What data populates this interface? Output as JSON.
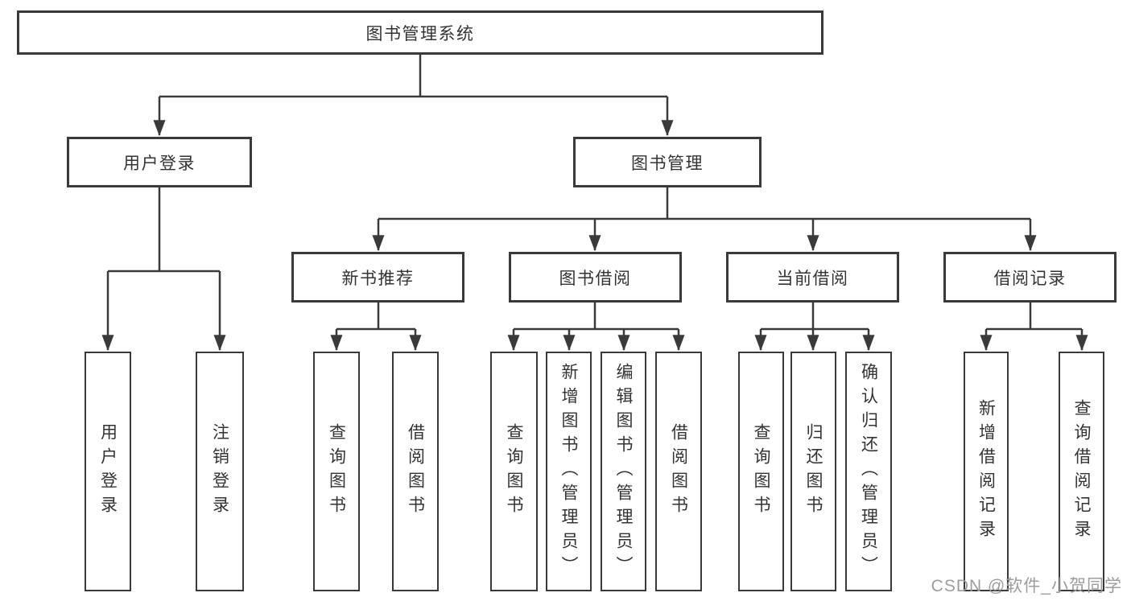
{
  "tree": {
    "label": "图书管理系统",
    "children": [
      {
        "label": "用户登录",
        "children": [
          {
            "label": "用户登录"
          },
          {
            "label": "注销登录"
          }
        ]
      },
      {
        "label": "图书管理",
        "children": [
          {
            "label": "新书推荐",
            "children": [
              {
                "label": "查询图书"
              },
              {
                "label": "借阅图书"
              }
            ]
          },
          {
            "label": "图书借阅",
            "children": [
              {
                "label": "查询图书"
              },
              {
                "label": "新增图书（管理员）"
              },
              {
                "label": "编辑图书（管理员）"
              },
              {
                "label": "借阅图书"
              }
            ]
          },
          {
            "label": "当前借阅",
            "children": [
              {
                "label": "查询图书"
              },
              {
                "label": "归还图书"
              },
              {
                "label": "确认归还（管理员）"
              }
            ]
          },
          {
            "label": "借阅记录",
            "children": [
              {
                "label": "新增借阅记录"
              },
              {
                "label": "查询借阅记录"
              }
            ]
          }
        ]
      }
    ]
  },
  "watermark": "CSDN @软件_小贺同学",
  "colors": {
    "line": "#3a3a3a",
    "text": "#333333",
    "watermark": "#9d9d9d",
    "background": "#ffffff"
  }
}
